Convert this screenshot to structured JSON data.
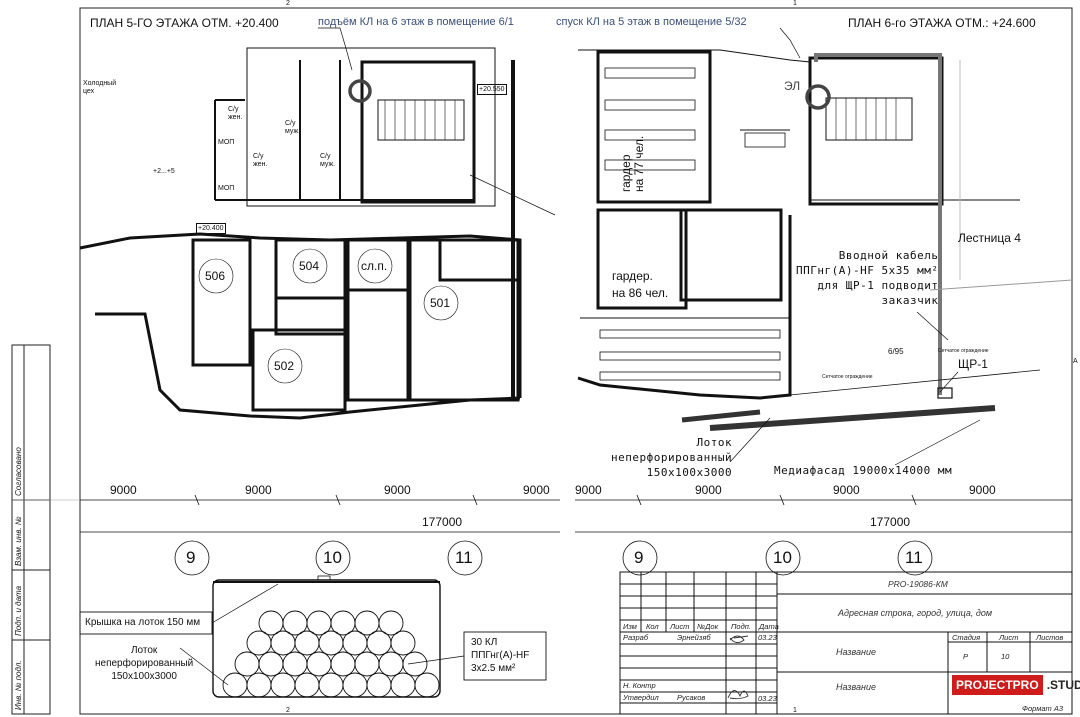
{
  "sheet": {
    "left_plan_title": "ПЛАН 5-ГО ЭТАЖА ОТМ. +20.400",
    "right_plan_title": "ПЛАН 6-го ЭТАЖА ОТМ.: +24.600",
    "left_callout": "подъём КЛ на 6 этаж в помещение 6/1",
    "right_callout": "спуск КЛ на 5 этаж в помещение 5/32",
    "cold_shop": "Холодный\nцех",
    "temp": "+2...+5",
    "level_left": "+20.400",
    "level_right": "+20.550",
    "rooms_left": [
      "506",
      "504",
      "сл.п.",
      "501",
      "502"
    ],
    "wc_labels": [
      "С/у\nжен.",
      "С/у\nмуж.",
      "С/у\nжен.",
      "С/у\nмуж.",
      "МОП",
      "МОП"
    ],
    "el_label": "ЭЛ",
    "wardrobe_1": "гардер\nна 77 чел.",
    "wardrobe_2": "гардер.\nна 86 чел.",
    "stair_label": "Лестница 4",
    "room_695": "6/95",
    "fence_1": "Сетчатое ограждение",
    "fence_2": "Сетчатое ограждение",
    "cable_note": "Вводной кабель\nППГнг(А)-HF 5х35 мм²\nдля ЩР-1 подводит\nзаказчик",
    "panel": "ЩР-1",
    "tray_note": "Лоток\nнеперфорированный\n150х100х3000",
    "media_facade": "Медиафасад 19000х14000 мм",
    "dims": [
      "9000",
      "9000",
      "9000",
      "9000",
      "9000",
      "9000",
      "9000",
      "9000"
    ],
    "total_left": "177000",
    "total_right": "177000",
    "axes": [
      "9",
      "10",
      "11",
      "9",
      "10",
      "11"
    ],
    "section_cover": "Крышка на лоток 150 мм",
    "section_tray": "Лоток\nнеперфорированный\n150х100х3000",
    "section_cables": "30 КЛ\nППГнг(А)-HF\n3х2.5  мм²",
    "sheet_nums": [
      "2",
      "1",
      "2",
      "1"
    ],
    "side_labels": [
      "Согласовано",
      "Взам. инв. №",
      "Подп. и дата",
      "Инв. № подл."
    ],
    "side_letter": "А"
  },
  "title_block": {
    "code": "PRO-19086-КМ",
    "address": "Адресная строка, город, улица, дом",
    "name1": "Название",
    "name2": "Название",
    "headers": [
      "Изм",
      "Кол",
      "Лист",
      "№Док",
      "Подп.",
      "Дата"
    ],
    "role1": "Разраб",
    "person1": "Эрнейзяб",
    "date1": "03.23",
    "role2": "Н. Контр",
    "role3": "Утвердил",
    "person3": "Русаков",
    "date3": "03.23",
    "stage_h": "Стадия",
    "sheet_h": "Лист",
    "sheets_h": "Листов",
    "stage": "Р",
    "sheet": "10",
    "format": "Формат А3"
  },
  "brand": {
    "part1": "PROJECTPRO",
    "part2": ".STUDIO",
    "color": "#d01b1b"
  }
}
